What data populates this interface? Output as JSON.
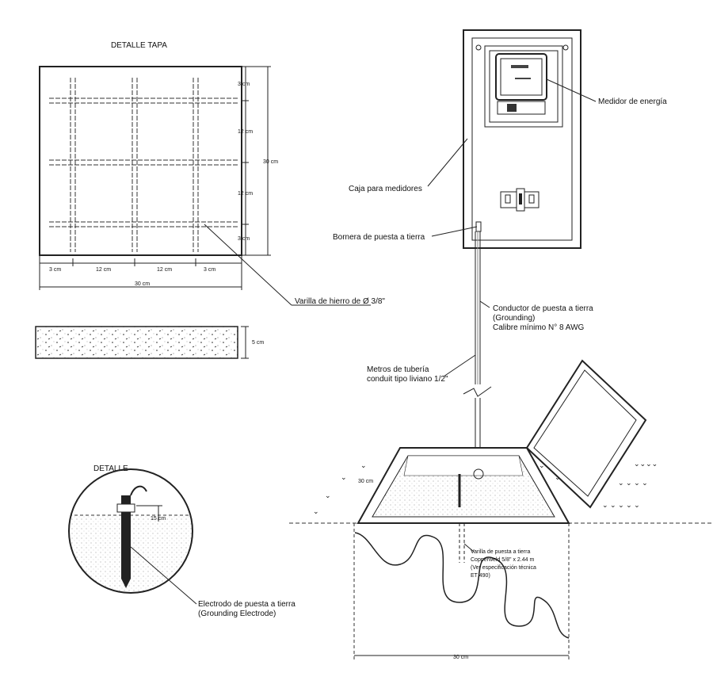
{
  "titles": {
    "detalle_tapa": "DETALLE TAPA",
    "detalle": "DETALLE"
  },
  "tapa_dims": {
    "right": [
      "3 cm",
      "12 cm",
      "12 cm",
      "3 cm"
    ],
    "right_total": "30 cm",
    "bottom": [
      "3 cm",
      "12 cm",
      "12 cm",
      "3 cm"
    ],
    "bottom_total": "30 cm",
    "slab_thickness": "5 cm"
  },
  "labels": {
    "varilla_hierro": "Varilla de hierro de Ø 3/8\"",
    "medidor": "Medidor de energía",
    "caja": "Caja para medidores",
    "bornera": "Bornera de puesta a tierra",
    "conductor": [
      "Conductor de puesta a tierra",
      "(Grounding)",
      "Calibre mínimo N° 8 AWG"
    ],
    "tuberia": [
      "Metros de tubería",
      "conduit tipo liviano 1/2\""
    ],
    "varilla_tierra": [
      "Varilla de puesta a tierra",
      "Copperweld 5/8\" x 2.44 m",
      "(Ver especificación técnica",
      "ET 490)"
    ],
    "electrodo": [
      "Electrodo de puesta a tierra",
      "(Grounding Electrode)"
    ],
    "pit_depth": "30 cm",
    "pit_width": "30 cm",
    "detail_15": "15 cm"
  }
}
